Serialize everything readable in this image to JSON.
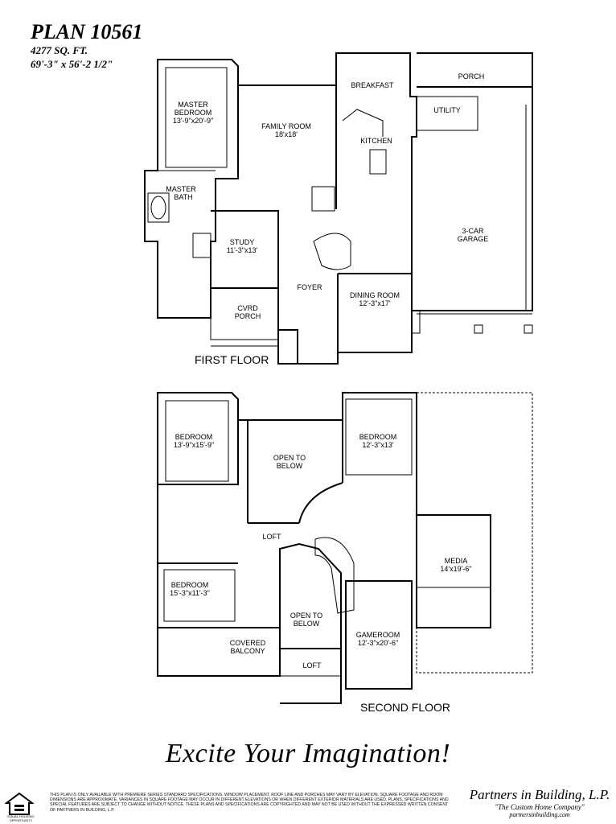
{
  "header": {
    "plan": "PLAN 10561",
    "sqft": "4277 SQ. FT.",
    "dims": "69'-3\" x 56'-2 1/2\""
  },
  "first_floor": {
    "title": "FIRST FLOOR",
    "rooms": {
      "master_bedroom": [
        "MASTER",
        "BEDROOM",
        "13'-9\"x20'-9\""
      ],
      "family_room": [
        "FAMILY ROOM",
        "18'x18'"
      ],
      "breakfast": [
        "BREAKFAST"
      ],
      "porch": [
        "PORCH"
      ],
      "utility": [
        "UTILITY"
      ],
      "kitchen": [
        "KITCHEN"
      ],
      "master_bath": [
        "MASTER",
        "BATH"
      ],
      "study": [
        "STUDY",
        "11'-3\"x13'"
      ],
      "garage": [
        "3-CAR",
        "GARAGE"
      ],
      "foyer": [
        "FOYER"
      ],
      "dining": [
        "DINING ROOM",
        "12'-3\"x17'"
      ],
      "cvrd_porch": [
        "CVRD",
        "PORCH"
      ]
    }
  },
  "second_floor": {
    "title": "SECOND FLOOR",
    "rooms": {
      "bedroom_1": [
        "BEDROOM",
        "13'-9\"x15'-9\""
      ],
      "open_below_1": [
        "OPEN TO",
        "BELOW"
      ],
      "bedroom_2": [
        "BEDROOM",
        "12'-3\"x13'"
      ],
      "loft_1": [
        "LOFT"
      ],
      "media": [
        "MEDIA",
        "14'x19'-6\""
      ],
      "bedroom_3": [
        "BEDROOM",
        "15'-3\"x11'-3\""
      ],
      "open_below_2": [
        "OPEN TO",
        "BELOW"
      ],
      "gameroom": [
        "GAMEROOM",
        "12'-3\"x20'-6\""
      ],
      "covered_balcony": [
        "COVERED",
        "BALCONY"
      ],
      "loft_2": [
        "LOFT"
      ]
    }
  },
  "footer": {
    "tagline": "Excite Your Imagination!",
    "disclaimer": "This plan is only available with Premiere Series standard specifications. Window placement, roof line and porches may vary by elevation. Square footage and room dimensions are approximate. Variances in square footage may occur in different elevations or when different exterior materials are used. Plans, specifications and special features are subject to change without notice. These plans and specifications are copyrighted and may not be used without the expressed written consent of Partners in Building, L.P.",
    "eho_label": "EQUAL HOUSING OPPORTUNITY",
    "company": "Partners in Building, L.P.",
    "slogan": "\"The Custom Home Company\"",
    "website": "partnersinbuilding.com"
  },
  "colors": {
    "ink": "#000000",
    "paper": "#ffffff",
    "light_line": "#9a9a9a"
  }
}
